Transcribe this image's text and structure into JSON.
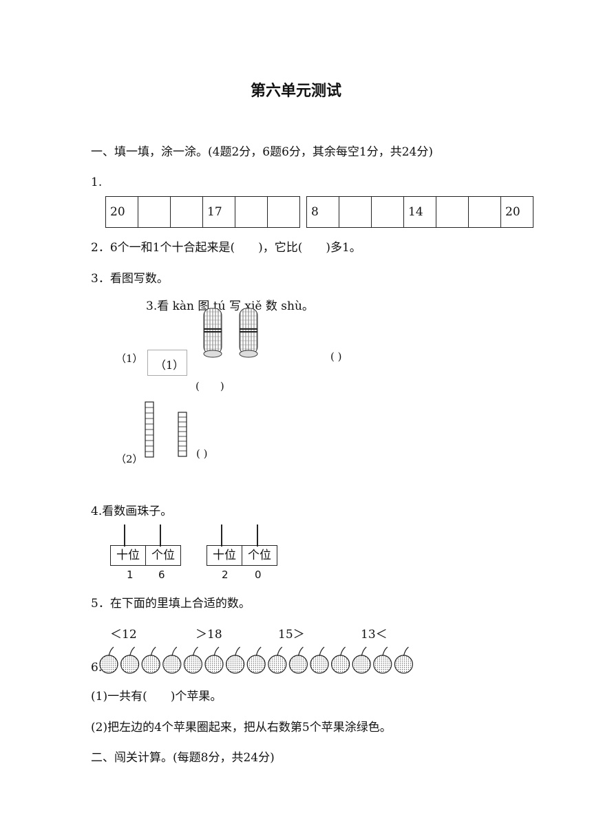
{
  "title": "第六单元测试",
  "section1": {
    "heading": "一、填一填，涂一涂。(4题2分，6题6分，其余每空1分，共24分)",
    "q1": {
      "label": "1.",
      "row_left": [
        "20",
        "",
        "",
        "17",
        "",
        ""
      ],
      "row_right": [
        "8",
        "",
        "",
        "14",
        "",
        "",
        "20"
      ]
    },
    "q2": "2．6个一和1个十合起来是(　　)，它比(　　)多1。",
    "q3": {
      "label": "3．看图写数。",
      "caption": "3.看 kàn 图 tú 写 xiě 数 shù。",
      "part1_label": "（1）",
      "part1_box": "（1）",
      "part1_paren_right": "(  )",
      "part1_paren_below": "(　　)",
      "part2_label": "（2）",
      "part2_paren": "(  )"
    },
    "q4": {
      "label": "4.看数画珠子。",
      "boards": [
        {
          "tens_label": "十位",
          "ones_label": "个位",
          "tens": "1",
          "ones": "6"
        },
        {
          "tens_label": "十位",
          "ones_label": "个位",
          "tens": "2",
          "ones": "0"
        }
      ]
    },
    "q5": {
      "label": "5．在下面的里填上合适的数。",
      "items": [
        "＜12",
        "＞18",
        "15＞",
        "13＜"
      ]
    },
    "q6": {
      "label": "6.",
      "apple_count": 15,
      "sub1": "(1)一共有(　　)个苹果。",
      "sub2": "(2)把左边的4个苹果圈起来，把从右数第5个苹果涂绿色。"
    }
  },
  "section2": {
    "heading": "二、闯关计算。(每题8分，共24分)"
  }
}
